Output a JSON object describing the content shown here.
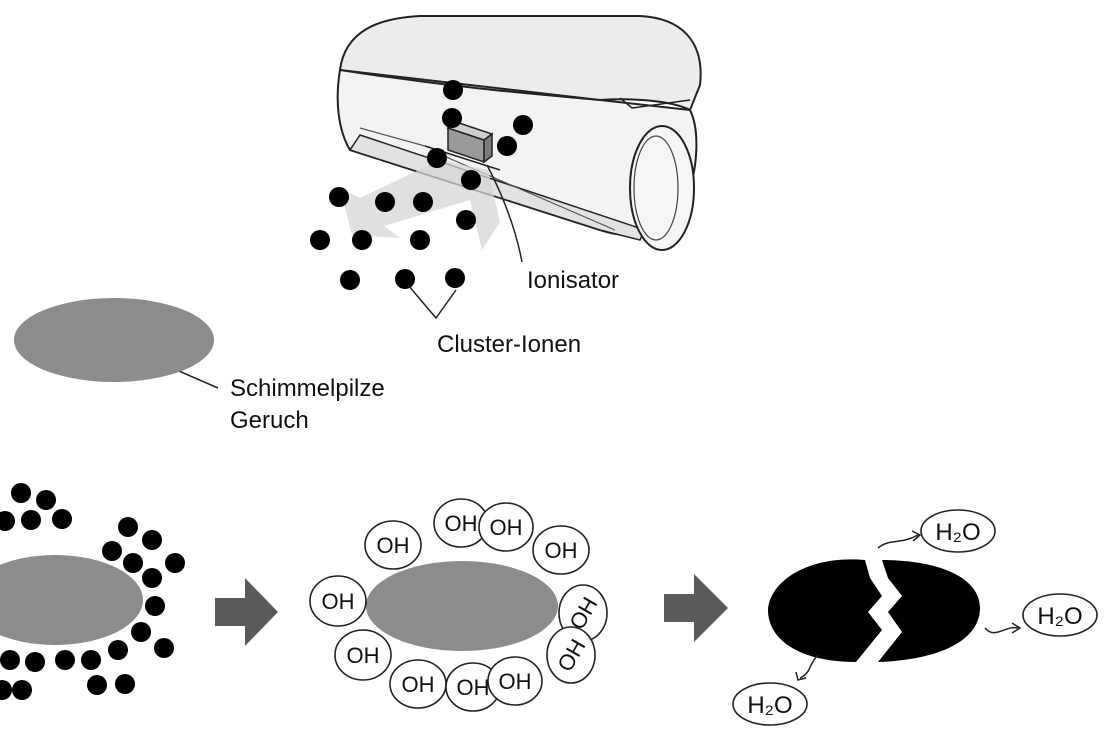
{
  "labels": {
    "ionizer": "Ionisator",
    "cluster_ions": "Cluster-Ionen",
    "mold_line1": "Schimmelpilze",
    "mold_line2": "Geruch"
  },
  "chemistry": {
    "hydroxyl": "OH",
    "water": "H₂O"
  },
  "colors": {
    "particle": "#8c8c8c",
    "arrow": "#5a5a5a",
    "destroyed": "#000000",
    "outline": "#222222"
  },
  "icons": {
    "positive_ion": "plus-in-circle",
    "negative_ion": "minus-in-circle",
    "process_arrow": "block-arrow-right"
  }
}
